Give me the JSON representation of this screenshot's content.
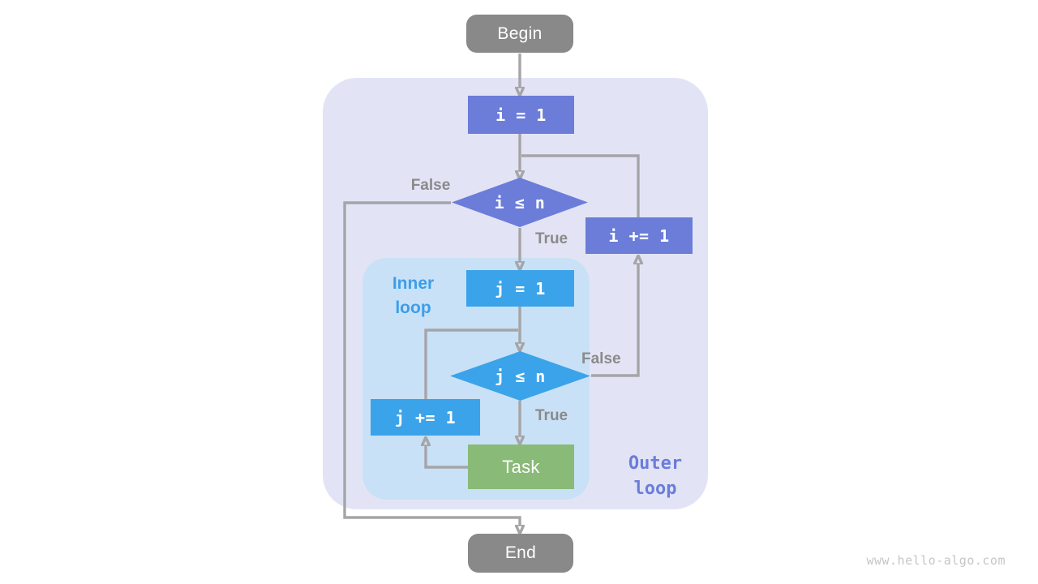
{
  "diagram": {
    "title_hint": "nested loop flowchart",
    "nodes": {
      "begin": {
        "label": "Begin"
      },
      "init_i": {
        "label": "i = 1"
      },
      "cond_i": {
        "label": "i ≤ n"
      },
      "inc_i": {
        "label": "i += 1"
      },
      "init_j": {
        "label": "j = 1"
      },
      "cond_j": {
        "label": "j ≤ n"
      },
      "inc_j": {
        "label": "j += 1"
      },
      "task": {
        "label": "Task"
      },
      "end": {
        "label": "End"
      }
    },
    "edge_labels": {
      "outer_false": "False",
      "outer_true": "True",
      "inner_false": "False",
      "inner_true": "True"
    },
    "regions": {
      "inner_loop": {
        "label": "Inner\nloop"
      },
      "outer_loop": {
        "label": "Outer\nloop"
      }
    },
    "colors": {
      "outer_node_fill": "#6b7dd9",
      "inner_node_fill": "#3ba3e9",
      "task_node_fill": "#8aba78",
      "terminal_node_fill": "#898989",
      "outer_region_bg": "#e2e4f6",
      "inner_region_bg": "#c9e1f6",
      "arrow_stroke": "#a5a5a8",
      "edge_label_text": "#8a8a8a",
      "inner_label_text": "#3b9ee9",
      "outer_label_text": "#6b7dd9",
      "node_text": "#ffffff",
      "watermark_text": "#c6c6c6",
      "page_bg": "#ffffff"
    },
    "watermark": "www.hello-algo.com"
  }
}
